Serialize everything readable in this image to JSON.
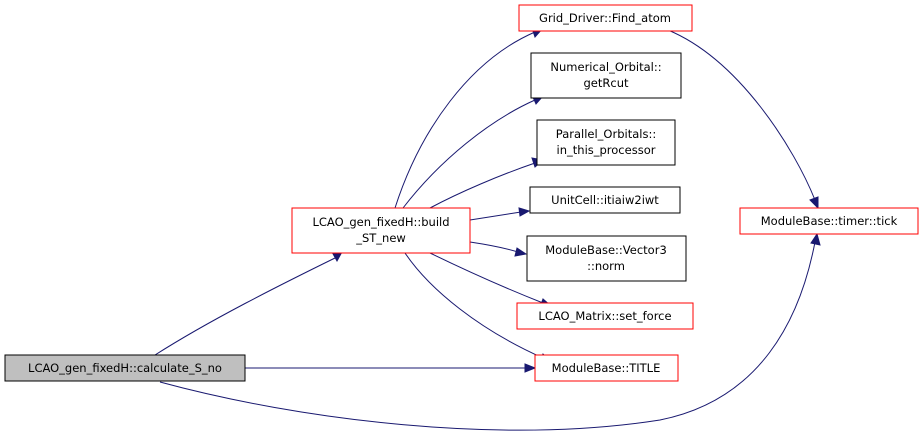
{
  "colors": {
    "edge": "#191970",
    "border_red": "#ff0000",
    "border_black": "#000000",
    "fill_current": "#bfbfbf",
    "fill_default": "#ffffff"
  },
  "nodes": {
    "calculate_s_no": {
      "lines": [
        "LCAO_gen_fixedH::calculate_S_no"
      ],
      "style": "current"
    },
    "build_st_new": {
      "lines": [
        "LCAO_gen_fixedH::build",
        "_ST_new"
      ],
      "style": "red"
    },
    "find_atom": {
      "lines": [
        "Grid_Driver::Find_atom"
      ],
      "style": "red"
    },
    "get_rcut": {
      "lines": [
        "Numerical_Orbital::",
        "getRcut"
      ],
      "style": "black"
    },
    "in_this_processor": {
      "lines": [
        "Parallel_Orbitals::",
        "in_this_processor"
      ],
      "style": "black"
    },
    "itiaiw2iwt": {
      "lines": [
        "UnitCell::itiaiw2iwt"
      ],
      "style": "black"
    },
    "vector3_norm": {
      "lines": [
        "ModuleBase::Vector3",
        "::norm"
      ],
      "style": "black"
    },
    "set_force": {
      "lines": [
        "LCAO_Matrix::set_force"
      ],
      "style": "red"
    },
    "title": {
      "lines": [
        "ModuleBase::TITLE"
      ],
      "style": "red"
    },
    "timer_tick": {
      "lines": [
        "ModuleBase::timer::tick"
      ],
      "style": "red"
    }
  }
}
